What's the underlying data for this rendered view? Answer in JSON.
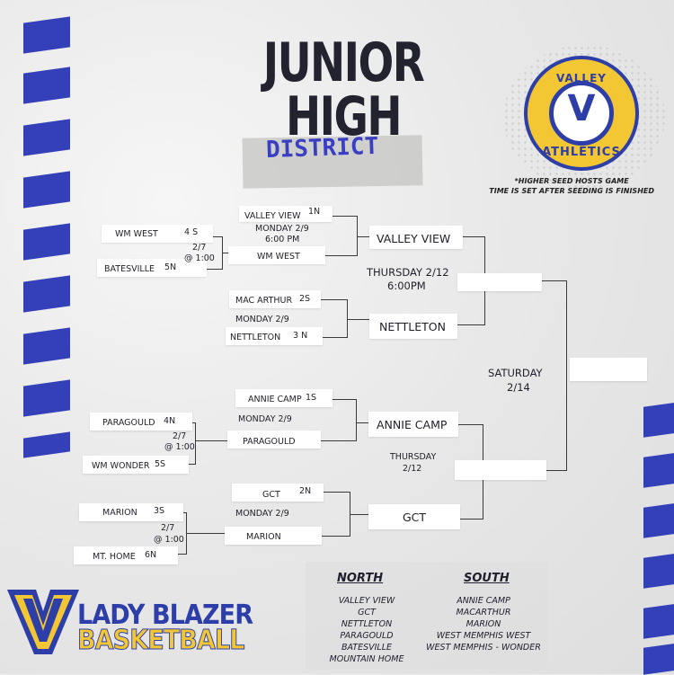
{
  "header": {
    "title": "JUNIOR HIGH",
    "subtitle": "DISTRICT"
  },
  "logo": {
    "top_text": "VALLEY VIEW",
    "letter": "V",
    "bottom_text": "ATHLETICS"
  },
  "note": {
    "line1": "*HIGHER SEED HOSTS GAME",
    "line2": "TIME IS SET AFTER SEEDING IS FINISHED"
  },
  "round1": {
    "game1": {
      "team_a": "WM WEST",
      "seed_a": "4 S",
      "team_b": "BATESVILLE",
      "seed_b": "5N",
      "date": "2/7",
      "time": "@ 1:00"
    },
    "game2": {
      "team_a": "PARAGOULD",
      "seed_a": "4N",
      "team_b": "WM WONDER",
      "seed_b": "5S",
      "date": "2/7",
      "time": "@ 1:00"
    },
    "game3": {
      "team_a": "MARION",
      "seed_a": "3S",
      "team_b": "MT. HOME",
      "seed_b": "6N",
      "date": "2/7",
      "time": "@ 1:00"
    }
  },
  "quarterfinals": {
    "q1": {
      "team_a": "VALLEY VIEW",
      "seed_a": "1N",
      "date": "MONDAY 2/9",
      "time": "6:00 PM",
      "team_b": "WM WEST"
    },
    "q2": {
      "team_a": "MAC ARTHUR",
      "seed_a": "2S",
      "date": "MONDAY 2/9",
      "team_b": "NETTLETON",
      "seed_b": "3 N"
    },
    "q3": {
      "team_a": "ANNIE CAMP",
      "seed_a": "1S",
      "date": "MONDAY 2/9",
      "team_b": "PARAGOULD"
    },
    "q4": {
      "team_a": "GCT",
      "seed_a": "2N",
      "date": "MONDAY 2/9",
      "team_b": "MARION"
    }
  },
  "semifinals": {
    "s1": {
      "team_a": "VALLEY VIEW",
      "team_b": "NETTLETON",
      "date": "THURSDAY 2/12",
      "time": "6:00PM"
    },
    "s2": {
      "team_a": "ANNIE CAMP",
      "team_b": "GCT",
      "date_line1": "THURSDAY",
      "date_line2": "2/12"
    }
  },
  "final": {
    "day": "SATURDAY",
    "date": "2/14"
  },
  "footer": {
    "north_heading": "NORTH",
    "north": [
      "VALLEY VIEW",
      "GCT",
      "NETTLETON",
      "PARAGOULD",
      "BATESVILLE",
      "MOUNTAIN HOME"
    ],
    "south_heading": "SOUTH",
    "south": [
      "ANNIE CAMP",
      "MACARTHUR",
      "MARION",
      "WEST MEMPHIS WEST",
      "WEST MEMPHIS - WONDER"
    ]
  },
  "brand": {
    "line1": "LADY BLAZER",
    "line2": "BASKETBALL"
  },
  "colors": {
    "accent_blue": "#3340b8",
    "accent_gold": "#f3c733",
    "ink": "#1f1f29"
  }
}
